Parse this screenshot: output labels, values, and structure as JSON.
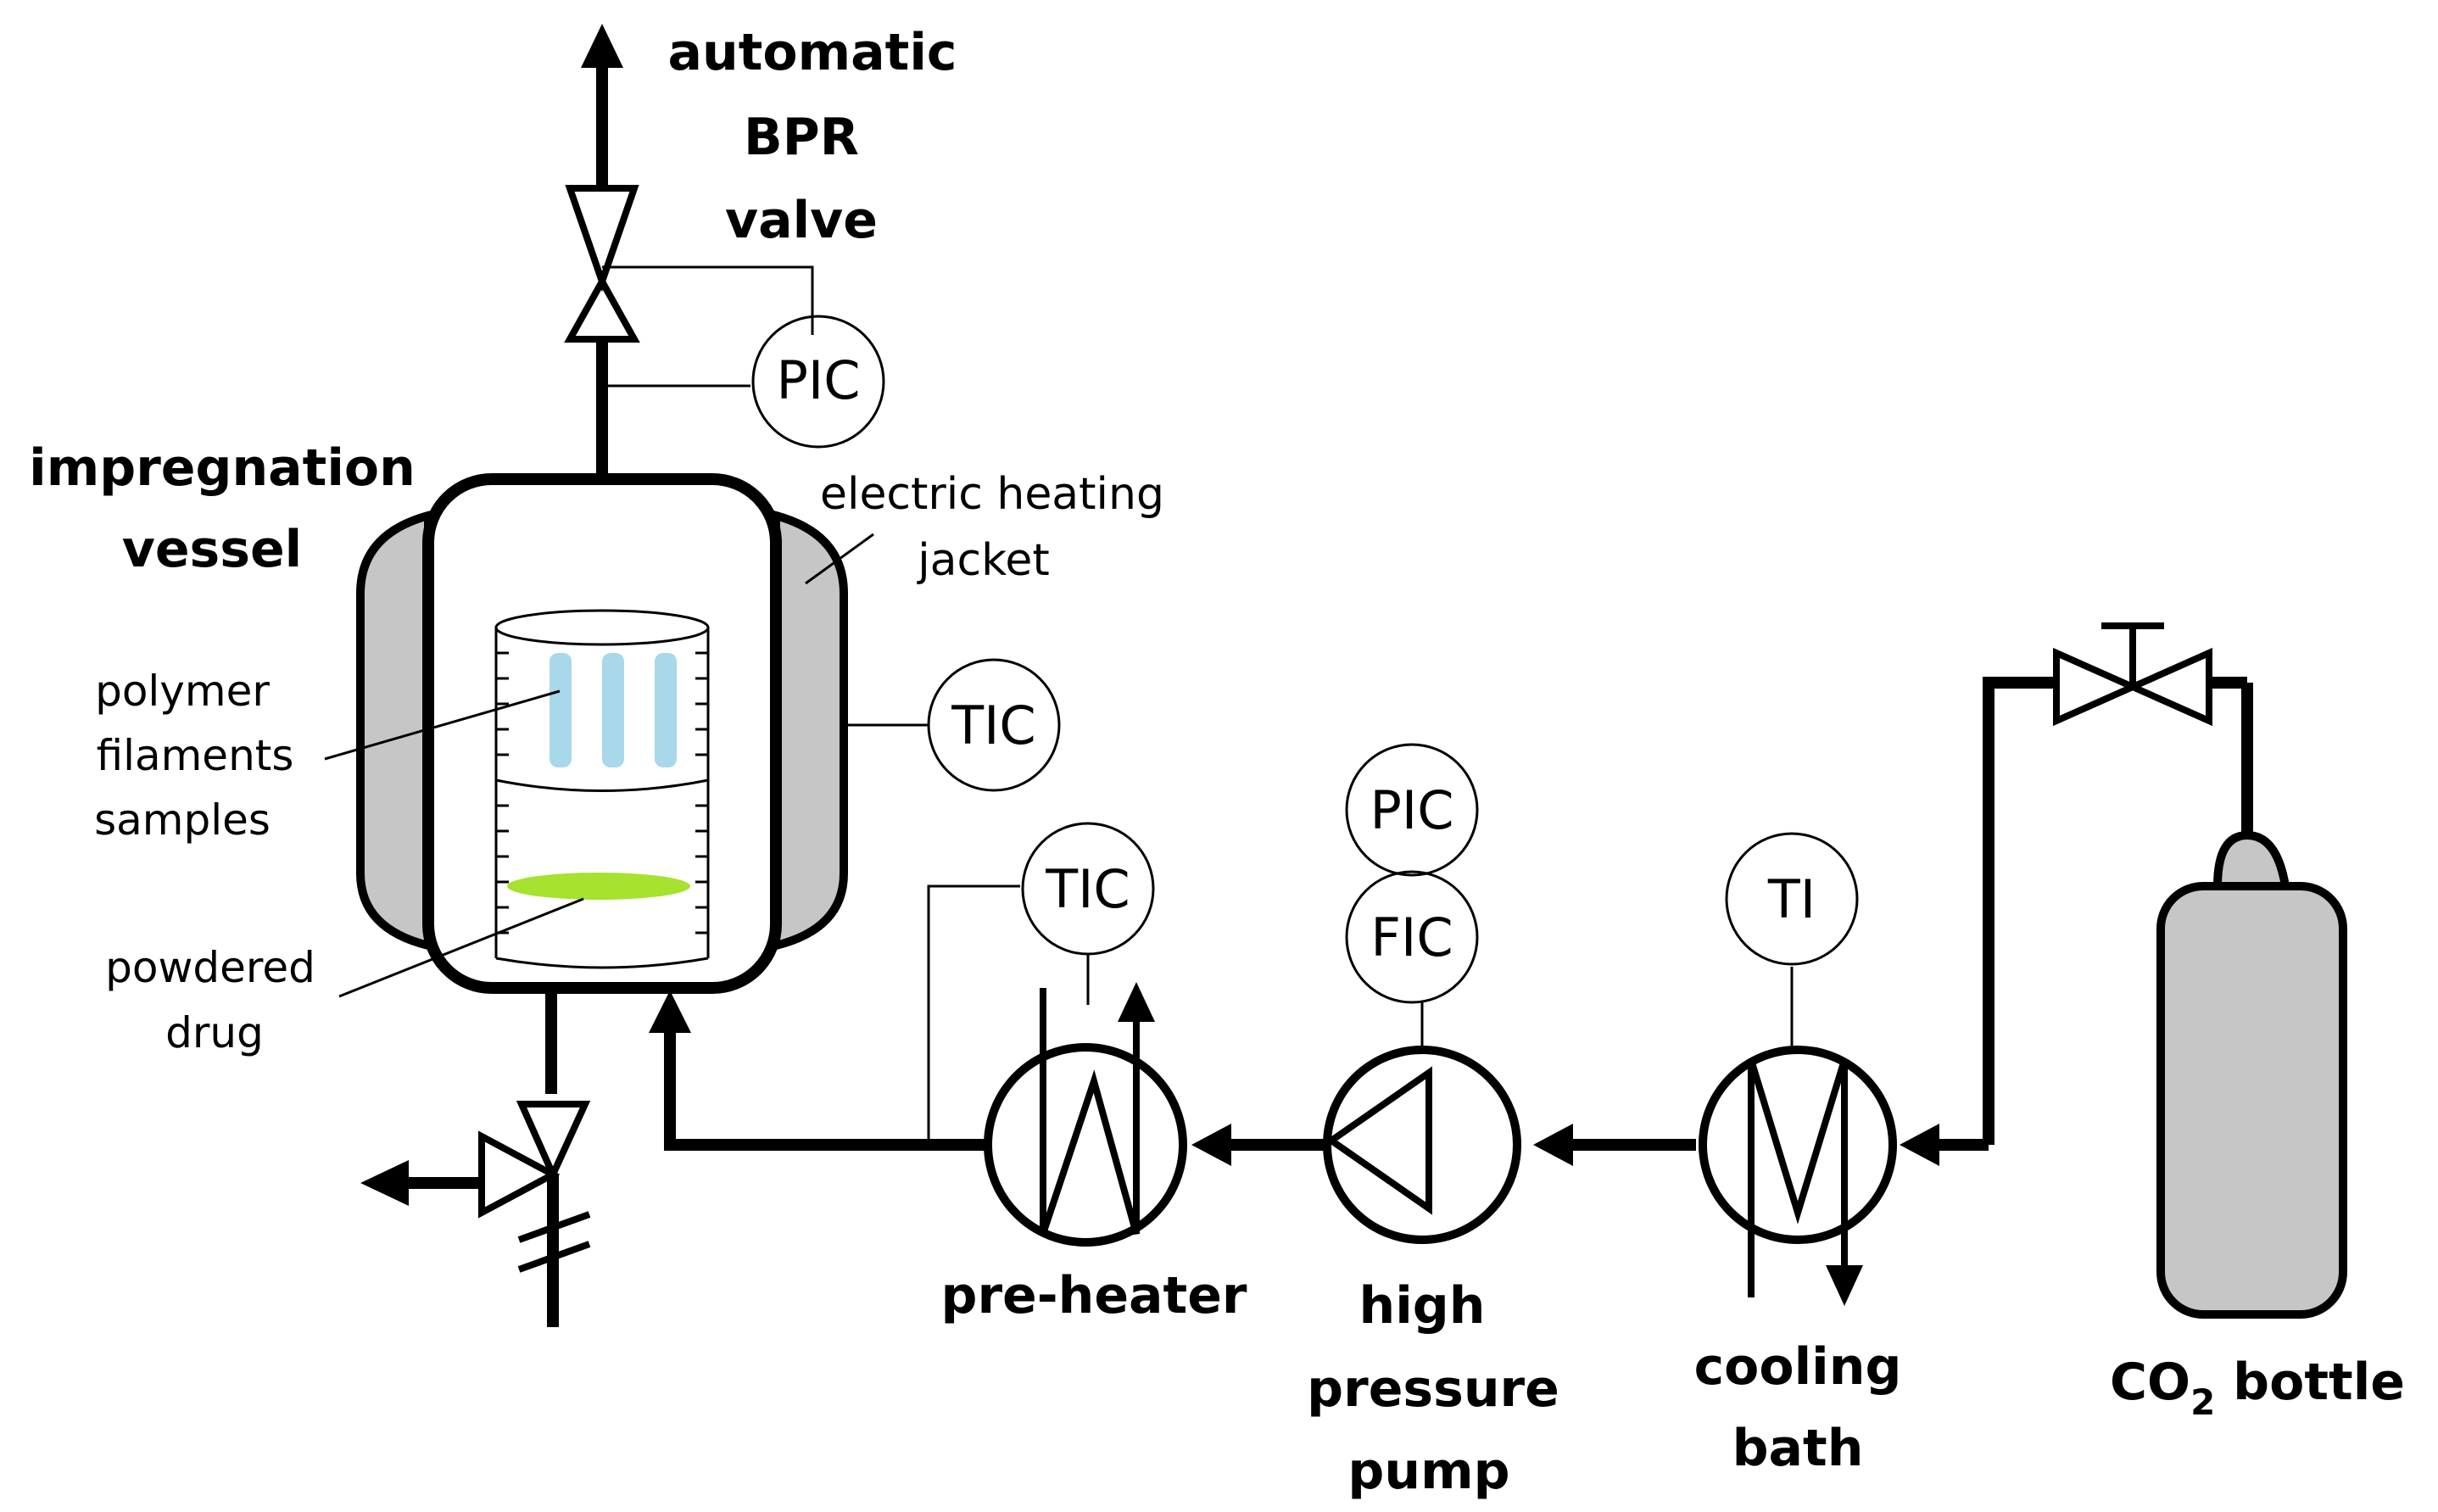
{
  "labels": {
    "bpr_valve": [
      "automatic",
      "BPR",
      "valve"
    ],
    "vessel": [
      "impregnation",
      "vessel"
    ],
    "jacket": [
      "electric heating",
      "jacket"
    ],
    "samples": [
      "polymer",
      "filaments",
      "samples"
    ],
    "drug": [
      "powdered",
      "drug"
    ],
    "preheater": "pre-heater",
    "pump": [
      "high",
      "pressure",
      "pump"
    ],
    "cooling_bath": [
      "cooling",
      "bath"
    ],
    "co2_prefix": "CO",
    "co2_sub": "2",
    "co2_suffix": " bottle"
  },
  "instruments": {
    "pic_top": "PIC",
    "tic_vessel": "TIC",
    "tic_preheater": "TIC",
    "pic_pump": "PIC",
    "fic_pump": "FIC",
    "ti_cooling": "TI"
  },
  "colors": {
    "jacket_fill": "#c6c6c6",
    "bottle_fill": "#c6c6c6",
    "filament": "#a8d8ea",
    "drug": "#a6e22e"
  }
}
